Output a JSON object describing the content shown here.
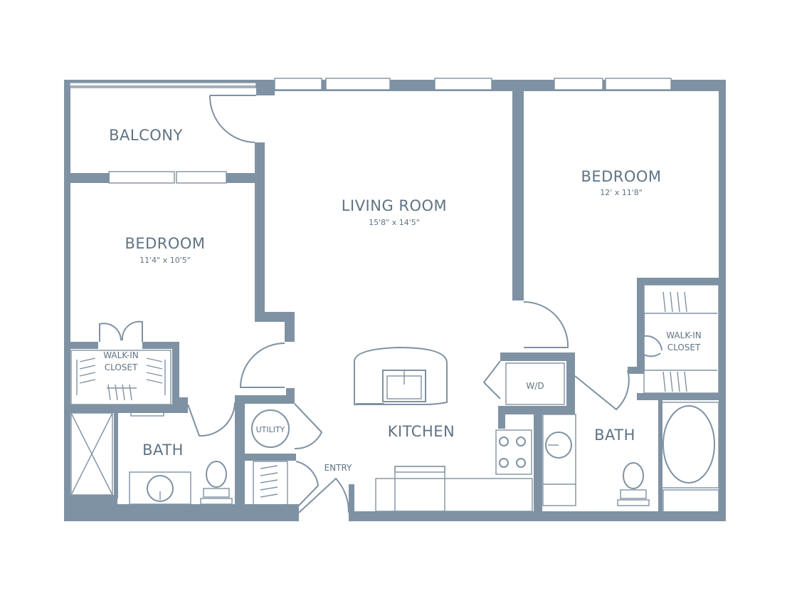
{
  "rooms": {
    "balcony": {
      "name": "BALCONY"
    },
    "living": {
      "name": "LIVING ROOM",
      "size": "15'8\" x 14'5\""
    },
    "bedroom_right": {
      "name": "BEDROOM",
      "size": "12' x 11'8\""
    },
    "bedroom_left": {
      "name": "BEDROOM",
      "size": "11'4\" x 10'5\""
    },
    "closet_left": {
      "line1": "WALK-IN",
      "line2": "CLOSET"
    },
    "closet_right": {
      "line1": "WALK-IN",
      "line2": "CLOSET"
    },
    "kitchen": {
      "name": "KITCHEN"
    },
    "bath_left": {
      "name": "BATH"
    },
    "bath_right": {
      "name": "BATH"
    },
    "utility": {
      "name": "UTILITY"
    },
    "wd": {
      "name": "W/D"
    },
    "entry": {
      "name": "ENTRY"
    }
  },
  "colors": {
    "wall": "#7f92a3",
    "label": "#5f7384",
    "background": "#ffffff"
  }
}
